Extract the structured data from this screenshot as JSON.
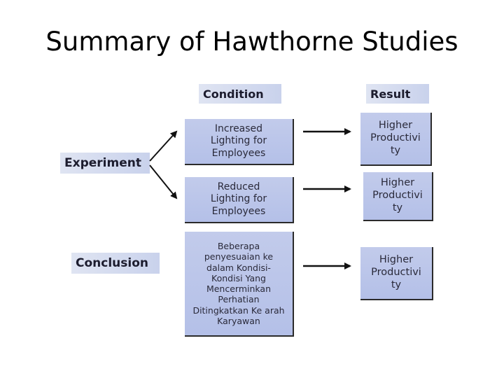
{
  "title": "Summary of Hawthorne Studies",
  "headers": {
    "condition": "Condition",
    "result": "Result"
  },
  "labels": {
    "experiment": "Experiment",
    "conclusion": "Conclusion"
  },
  "conditions": [
    "Increased\nLighting for\nEmployees",
    "Reduced\nLighting for\nEmployees",
    "Beberapa\npenyesuaian ke\ndalam Kondisi-\nKondisi Yang\nMencerminkan\nPerhatian\nDitingkatkan Ke arah\nKaryawan"
  ],
  "results": [
    "Higher\nProductivi\nty",
    "Higher\nProductivi\nty",
    "Higher\nProductivi\nty"
  ]
}
